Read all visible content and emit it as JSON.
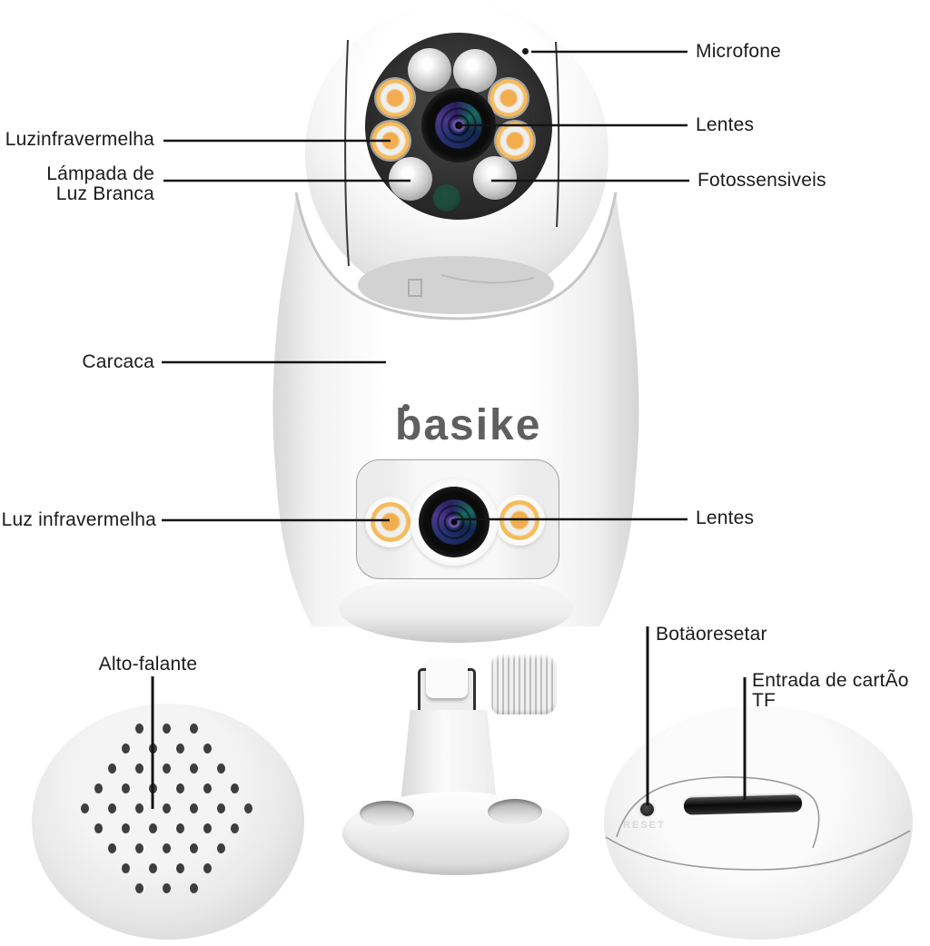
{
  "product": {
    "brand_logo": "basike",
    "type_hint": "security camera annotated diagram"
  },
  "labels": {
    "luz_infravermelha_top": "Luzinfravermelha",
    "lampada_luz_branca": "Lámpada de\nLuz Branca",
    "microfone": "Microfone",
    "lentes_top": "Lentes",
    "fotossensiveis": "Fotossensiveis",
    "carcaca": "Carcaca",
    "luz_infravermelha_bottom": "Luz infravermelha",
    "lentes_bottom": "Lentes",
    "alto_falante": "Alto-falante",
    "botao_resetar": "Botäoresetar",
    "entrada_cartao_tf": "Entrada de cartÃo TF",
    "reset_embossed": "RESET"
  },
  "colors": {
    "label-text": "#1b1b1b",
    "leader-line": "#141414",
    "logo-gray": "#5f5f5f",
    "led-amber": "#f5bb5c",
    "lens-blue": "#23306e",
    "lens-purple": "#4a3a8c",
    "lens-teal": "#186a5f",
    "ir-green": "#1d4a3a",
    "face-black": "#2b2b2b"
  }
}
